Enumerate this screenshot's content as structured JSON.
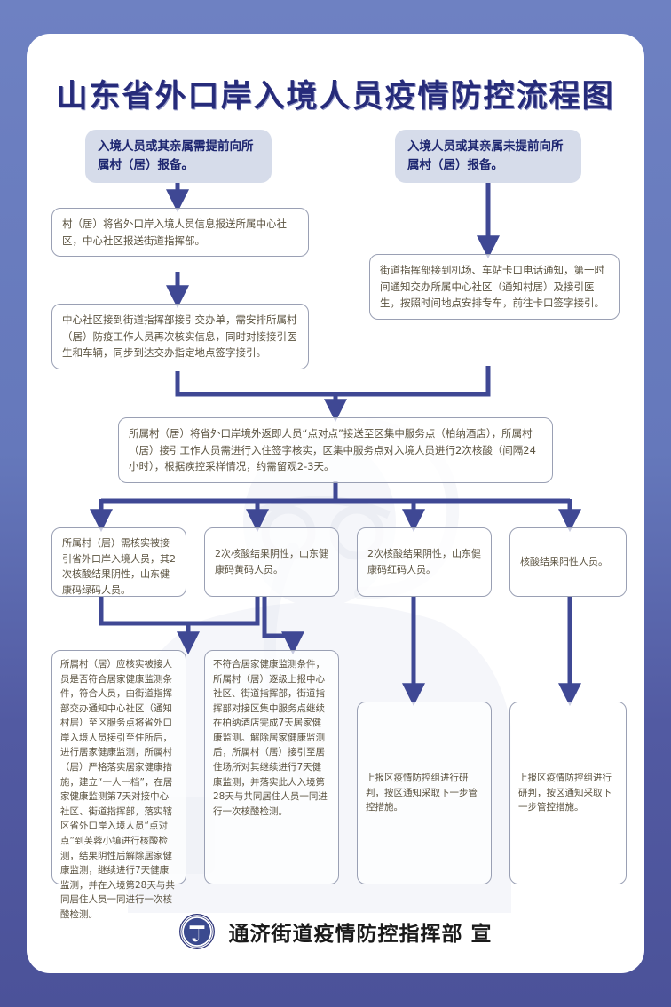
{
  "poster": {
    "title": "山东省外口岸入境人员疫情防控流程图",
    "footer_text": "通济街道疫情防控指挥部 宣",
    "logo_icon": "circular-emblem-icon",
    "colors": {
      "border": "#6e81c2",
      "border_bottom": "#4b5299",
      "title_text": "#262b7a",
      "header_box_fill": "#d6dcea",
      "header_box_text": "#1d2670",
      "process_box_text": "#5b5340",
      "process_box_border": "#9aa0b4",
      "connector": "#3f4894"
    }
  },
  "nodes": {
    "head_left": "入境人员或其亲属需提前向所属村（居）报备。",
    "head_right": "入境人员或其亲属未提前向所属村（居）报备。",
    "left_1": "村（居）将省外口岸入境人员信息报送所属中心社区，中心社区报送街道指挥部。",
    "left_2": "中心社区接到街道指挥部接引交办单，需安排所属村（居）防疫工作人员再次核实信息，同时对接接引医生和车辆，同步到达交办指定地点签字接引。",
    "right_1": "街道指挥部接到机场、车站卡口电话通知，第一时间通知交办所属中心社区（通知村居）及接引医生，按照时间地点安排专车，前往卡口签字接引。",
    "merge": "所属村（居）将省外口岸境外返即人员“点对点”接送至区集中服务点（柏纳酒店），所属村（居）接引工作人员需进行入住签字核实，区集中服务点对入境人员进行2次核酸（间隔24小时），根据疾控采样情况，约需留观2-3天。",
    "result_1": "所属村（居）需核实被接引省外口岸入境人员，其2次核酸结果阴性，山东健康码绿码人员。",
    "result_2": "2次核酸结果阴性，山东健康码黄码人员。",
    "result_3": "2次核酸结果阴性，山东健康码红码人员。",
    "result_4": "核酸结果阳性人员。",
    "action_1": "所属村（居）应核实被接人员是否符合居家健康监测条件，符合人员，由街道指挥部交办通知中心社区（通知村居）至区服务点将省外口岸入境人员接引至住所后，进行居家健康监测，所属村（居）严格落实居家健康措施，建立“一人一档”，在居家健康监测第7天对接中心社区、街道指挥部，落实辖区省外口岸入境人员“点对点”到芙蓉小镇进行核酸检测，结果阴性后解除居家健康监测，继续进行7天健康监测，并在入境第28天与共同居住人员一同进行一次核酸检测。",
    "action_2": "不符合居家健康监测条件，所属村（居）逐级上报中心社区、街道指挥部，街道指挥部对接区集中服务点继续在柏纳酒店完成7天居家健康监测。解除居家健康监测后，所属村（居）接引至居住场所对其继续进行7天健康监测，并落实此人入境第28天与共同居住人员一同进行一次核酸检测。",
    "action_3": "上报区疫情防控组进行研判，按区通知采取下一步管控措施。",
    "action_4": "上报区疫情防控组进行研判，按区通知采取下一步管控措施。"
  }
}
